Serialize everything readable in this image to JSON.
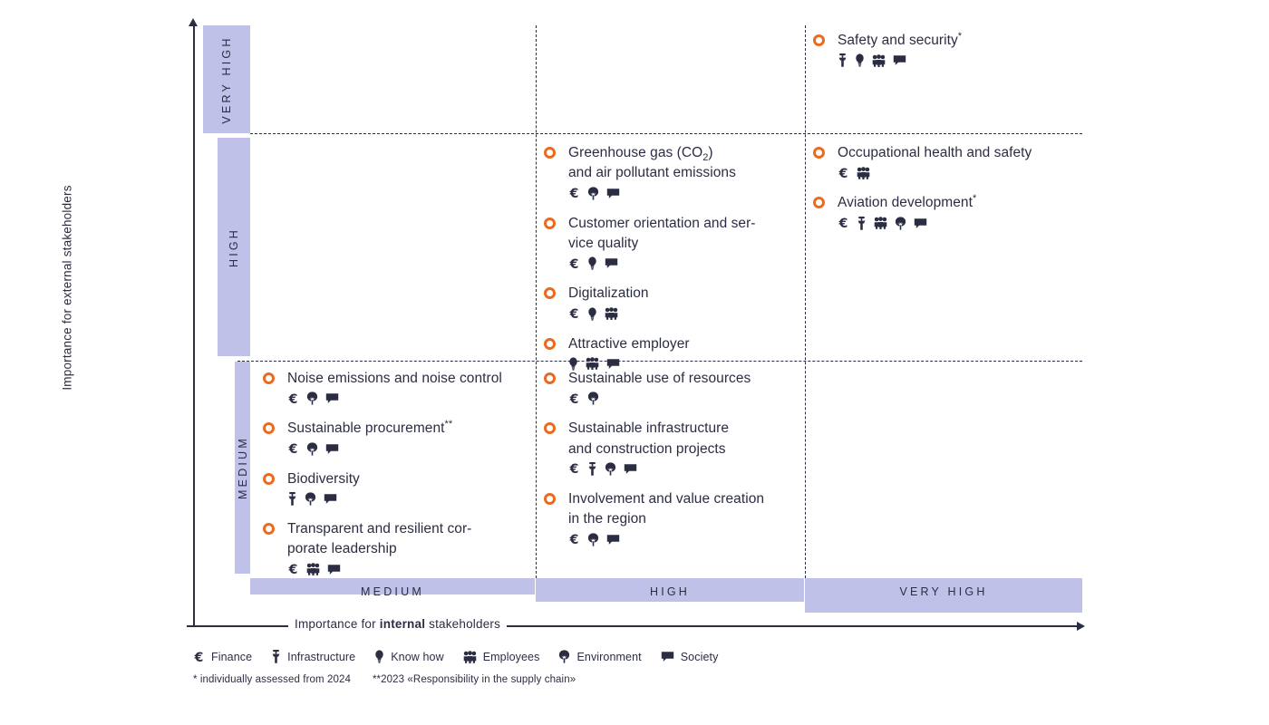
{
  "chart_data": {
    "type": "matrix",
    "title": "Materiality matrix",
    "xlabel_parts": {
      "pre": "Importance for ",
      "bold": "internal",
      "post": " stakeholders"
    },
    "ylabel": "Importance for external stakeholders",
    "x_categories": [
      "MEDIUM",
      "HIGH",
      "VERY HIGH"
    ],
    "y_categories": [
      "MEDIUM",
      "HIGH",
      "VERY HIGH"
    ],
    "grid": "dashed",
    "marker_color": "#ec6a20",
    "band_color": "#bfc1e8",
    "text_color": "#2b2d42",
    "cells": [
      {
        "x": "VERY HIGH",
        "y": "VERY HIGH",
        "topics": [
          {
            "label": "Safety and security",
            "sup": "*",
            "icons": [
              "infrastructure",
              "knowhow",
              "employees",
              "society"
            ]
          }
        ]
      },
      {
        "x": "HIGH",
        "y": "HIGH",
        "topics": [
          {
            "label": "Greenhouse gas (CO",
            "sub": "2",
            "label_after": ")\nand air pollutant emissions",
            "icons": [
              "finance",
              "environment",
              "society"
            ]
          },
          {
            "label": "Customer orientation and ser-\nvice quality",
            "icons": [
              "finance",
              "knowhow",
              "society"
            ]
          },
          {
            "label": "Digitalization",
            "icons": [
              "finance",
              "knowhow",
              "employees"
            ]
          },
          {
            "label": "Attractive employer",
            "icons": [
              "knowhow",
              "employees",
              "society"
            ]
          }
        ]
      },
      {
        "x": "VERY HIGH",
        "y": "HIGH",
        "topics": [
          {
            "label": "Occupational health and safety",
            "icons": [
              "finance",
              "employees"
            ]
          },
          {
            "label": "Aviation development",
            "sup": "*",
            "icons": [
              "finance",
              "infrastructure",
              "employees",
              "environment",
              "society"
            ]
          }
        ]
      },
      {
        "x": "MEDIUM",
        "y": "MEDIUM",
        "topics": [
          {
            "label": "Noise emissions and noise control",
            "icons": [
              "finance",
              "environment",
              "society"
            ]
          },
          {
            "label": "Sustainable procurement",
            "sup": "**",
            "icons": [
              "finance",
              "environment",
              "society"
            ]
          },
          {
            "label": "Biodiversity",
            "icons": [
              "infrastructure",
              "environment",
              "society"
            ]
          },
          {
            "label": "Transparent and resilient cor-\nporate leadership",
            "icons": [
              "finance",
              "employees",
              "society"
            ]
          }
        ]
      },
      {
        "x": "HIGH",
        "y": "MEDIUM",
        "topics": [
          {
            "label": "Sustainable use of resources",
            "icons": [
              "finance",
              "environment"
            ]
          },
          {
            "label": "Sustainable infrastructure\nand construction projects",
            "icons": [
              "finance",
              "infrastructure",
              "environment",
              "society"
            ]
          },
          {
            "label": "Involvement and value creation\nin the region",
            "icons": [
              "finance",
              "environment",
              "society"
            ]
          }
        ]
      }
    ]
  },
  "axes": {
    "y_title": "Importance for external stakeholders",
    "x_title_pre": "Importance for ",
    "x_title_bold": "internal",
    "x_title_post": " stakeholders",
    "y_bands": [
      "VERY HIGH",
      "HIGH",
      "MEDIUM"
    ],
    "x_bands": [
      "MEDIUM",
      "HIGH",
      "VERY HIGH"
    ]
  },
  "cells": {
    "very_high_right": [
      {
        "label": "Safety and security",
        "sup": "*",
        "icons": [
          "infrastructure",
          "knowhow",
          "employees",
          "society"
        ]
      }
    ],
    "high_mid": [
      {
        "label": "Greenhouse gas (CO",
        "sub": "2",
        "tail": ")",
        "line2": "and air pollutant emissions",
        "icons": [
          "finance",
          "environment",
          "society"
        ]
      },
      {
        "label": "Customer orientation and ser-",
        "line2": "vice quality",
        "icons": [
          "finance",
          "knowhow",
          "society"
        ]
      },
      {
        "label": "Digitalization",
        "icons": [
          "finance",
          "knowhow",
          "employees"
        ]
      },
      {
        "label": "Attractive employer",
        "icons": [
          "knowhow",
          "employees",
          "society"
        ]
      }
    ],
    "high_right": [
      {
        "label": "Occupational health and safety",
        "icons": [
          "finance",
          "employees"
        ]
      },
      {
        "label": "Aviation development",
        "sup": "*",
        "icons": [
          "finance",
          "infrastructure",
          "employees",
          "environment",
          "society"
        ]
      }
    ],
    "medium_left": [
      {
        "label": "Noise emissions and noise control",
        "icons": [
          "finance",
          "environment",
          "society"
        ]
      },
      {
        "label": "Sustainable procurement",
        "sup": "**",
        "icons": [
          "finance",
          "environment",
          "society"
        ]
      },
      {
        "label": "Biodiversity",
        "icons": [
          "infrastructure",
          "environment",
          "society"
        ]
      },
      {
        "label": "Transparent and resilient cor-",
        "line2": "porate leadership",
        "icons": [
          "finance",
          "employees",
          "society"
        ]
      }
    ],
    "medium_mid": [
      {
        "label": "Sustainable use of resources",
        "icons": [
          "finance",
          "environment"
        ]
      },
      {
        "label": "Sustainable infrastructure",
        "line2": "and construction projects",
        "icons": [
          "finance",
          "infrastructure",
          "environment",
          "society"
        ]
      },
      {
        "label": "Involvement and value creation",
        "line2": "in the region",
        "icons": [
          "finance",
          "environment",
          "society"
        ]
      }
    ]
  },
  "legend": [
    {
      "icon": "finance",
      "label": "Finance"
    },
    {
      "icon": "infrastructure",
      "label": "Infrastructure"
    },
    {
      "icon": "knowhow",
      "label": "Know how"
    },
    {
      "icon": "employees",
      "label": "Employees"
    },
    {
      "icon": "environment",
      "label": "Environment"
    },
    {
      "icon": "society",
      "label": "Society"
    }
  ],
  "footnotes": [
    "* individually assessed from 2024",
    "**2023 «Responsibility in the supply chain»"
  ]
}
